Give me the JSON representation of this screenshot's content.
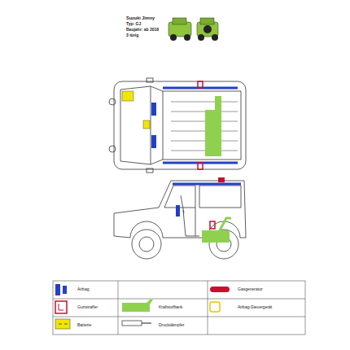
{
  "diagram": {
    "title": "Suzuki Jimny",
    "labels": [
      "Typ: GJ",
      "Baujahr: ab 2018",
      "3 türig"
    ],
    "legend": [
      {
        "text": "Airbag",
        "color": "#2340c8"
      },
      {
        "text": "Gasgenerator",
        "color": "#c8102e"
      },
      {
        "text": "Gurtstraffer"
      },
      {
        "text": "Kraftstofftank",
        "color": "#8fd14f"
      },
      {
        "text": "Airbag-Steuergerät"
      },
      {
        "text": "Batterie",
        "color": "#f2e600"
      },
      {
        "text": "Druckdämpfer"
      }
    ]
  }
}
